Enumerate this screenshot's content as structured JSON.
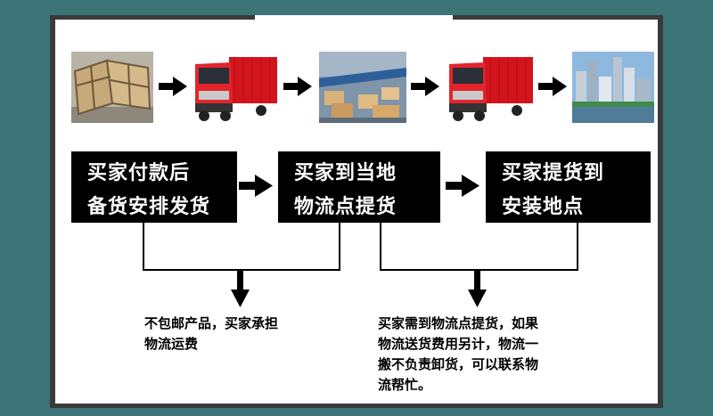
{
  "flow_boxes": [
    {
      "line1": "买家付款后",
      "line2": "备货安排发货"
    },
    {
      "line1": "买家到当地",
      "line2": "物流点提货"
    },
    {
      "line1": "买家提货到",
      "line2": "安装地点"
    }
  ],
  "notes": {
    "left": [
      "不包邮产品，买家承担",
      "物流运费"
    ],
    "right": [
      "买家需到物流点提货，如果",
      "物流送货费用另计，物流一",
      "搬不负责卸货，可以联系物",
      "流帮忙。"
    ]
  },
  "photos": [
    {
      "name": "crates-photo"
    },
    {
      "name": "truck-photo"
    },
    {
      "name": "warehouse-photo"
    },
    {
      "name": "truck-photo"
    },
    {
      "name": "city-photo"
    }
  ],
  "colors": {
    "background": "#3d7478",
    "box": "#000000",
    "truck": "#d4141c"
  }
}
